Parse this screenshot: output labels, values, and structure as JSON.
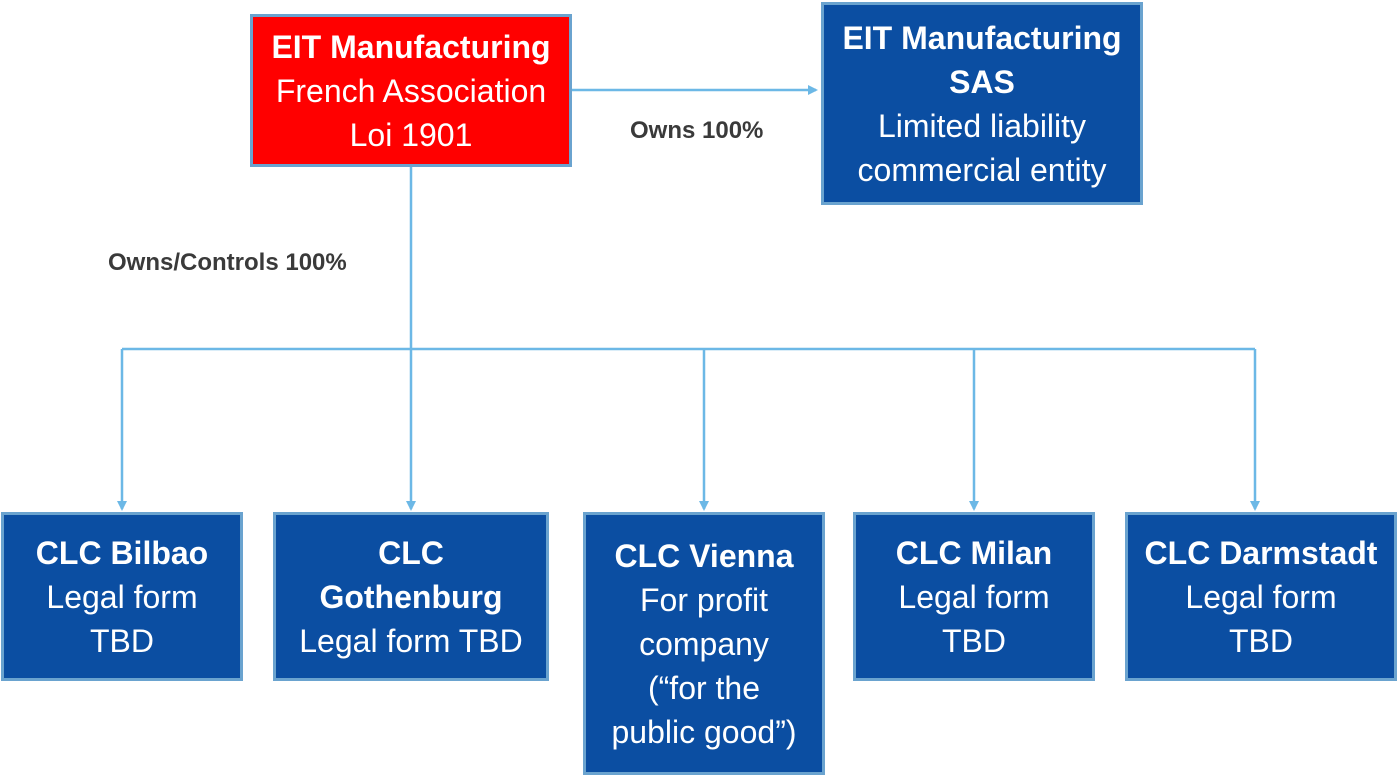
{
  "association": {
    "title": "EIT Manufacturing",
    "line2": "French Association",
    "line3": "Loi 1901"
  },
  "sas": {
    "title_line1": "EIT Manufacturing",
    "title_line2": "SAS",
    "line3": "Limited liability",
    "line4": "commercial entity"
  },
  "edges": {
    "owns": "Owns 100%",
    "owns_controls": "Owns/Controls 100%"
  },
  "clcs": {
    "bilbao": {
      "title": "CLC Bilbao",
      "line2": "Legal form",
      "line3": "TBD"
    },
    "gothenburg": {
      "title_line1": "CLC",
      "title_line2": "Gothenburg",
      "line3": "Legal form TBD"
    },
    "vienna": {
      "title": "CLC Vienna",
      "line2": "For profit",
      "line3": "company",
      "line4": "(“for the",
      "line5": "public good”)"
    },
    "milan": {
      "title": "CLC Milan",
      "line2": "Legal form",
      "line3": "TBD"
    },
    "darmstadt": {
      "title": "CLC Darmstadt",
      "line2": "Legal form",
      "line3": "TBD"
    }
  },
  "colors": {
    "association_fill": "#ff0000",
    "entity_fill": "#0b4ea2",
    "border": "#6aa3cf",
    "connector": "#6cb8e6",
    "label_text": "#3a3a3a"
  }
}
